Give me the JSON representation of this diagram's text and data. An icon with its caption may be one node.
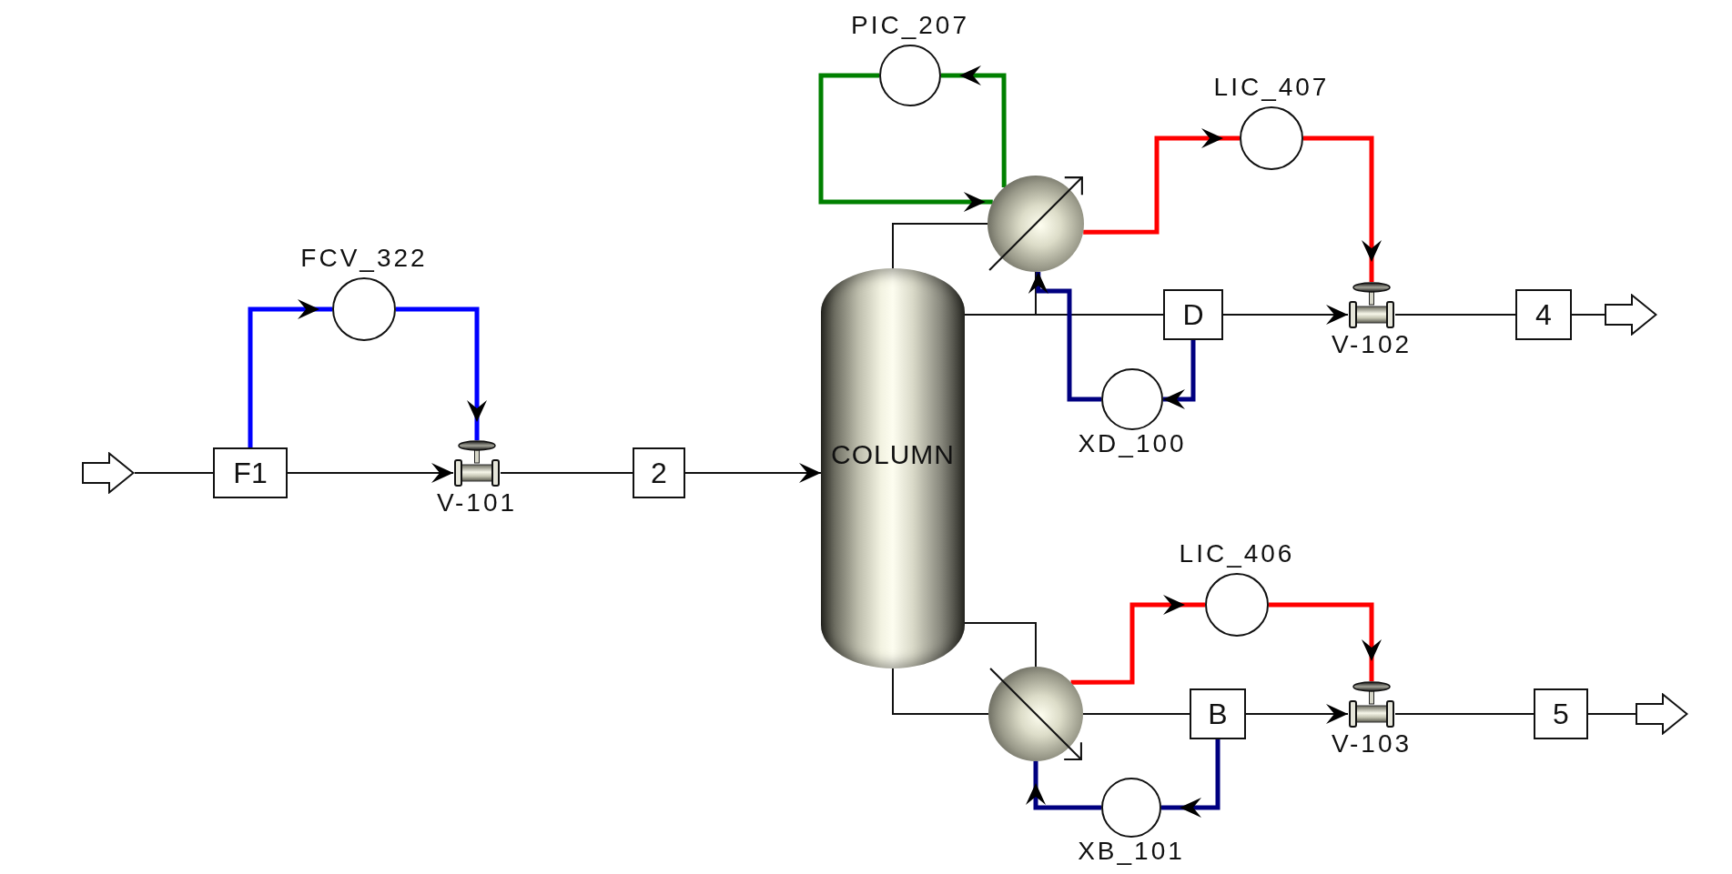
{
  "diagram": {
    "nodes": [
      {
        "text": [],
        "shape": "arrow"
      },
      {
        "text": [
          "F1"
        ]
      },
      {
        "text": [
          "FCV_322"
        ]
      },
      {
        "text": [
          "V-101"
        ]
      },
      {
        "text": [
          "2"
        ]
      },
      {
        "text": [
          "COLUMN"
        ]
      },
      {
        "text": [
          "PIC_207"
        ]
      },
      {
        "text": [],
        "shape": "circle"
      },
      {
        "text": [
          "LIC_407"
        ]
      },
      {
        "text": [
          "D"
        ]
      },
      {
        "text": [
          "XD_100"
        ]
      },
      {
        "text": [
          "V-102"
        ]
      },
      {
        "text": [
          "4"
        ]
      },
      {
        "text": [],
        "shape": "arrow"
      },
      {
        "text": [],
        "shape": "circle"
      },
      {
        "text": [
          "LIC_406"
        ]
      },
      {
        "text": [
          "B"
        ]
      },
      {
        "text": [
          "XB_101"
        ]
      },
      {
        "text": [
          "V-103"
        ]
      },
      {
        "text": [
          "5"
        ]
      },
      {
        "text": [],
        "shape": "arrow"
      }
    ],
    "edges": [
      {
        "from": 0,
        "to": 1,
        "arrow": "none"
      },
      {
        "from": 1,
        "to": 3,
        "arrow": "to"
      },
      {
        "from": 1,
        "to": 2,
        "arrow": "to",
        "style": "thick",
        "color": "#0000ff"
      },
      {
        "from": 2,
        "to": 3,
        "arrow": "to",
        "style": "thick",
        "color": "#0000ff"
      },
      {
        "from": 3,
        "to": 4,
        "arrow": "none"
      },
      {
        "from": 4,
        "to": 5,
        "arrow": "to"
      },
      {
        "from": 5,
        "to": 7,
        "arrow": "none"
      },
      {
        "from": 7,
        "to": 6,
        "arrow": "to",
        "style": "thick",
        "color": "#008000"
      },
      {
        "from": 6,
        "to": 7,
        "arrow": "to",
        "style": "thick",
        "color": "#008000"
      },
      {
        "from": 7,
        "to": 8,
        "arrow": "to",
        "style": "thick",
        "color": "#ff0000"
      },
      {
        "from": 8,
        "to": 11,
        "arrow": "to",
        "style": "thick",
        "color": "#ff0000"
      },
      {
        "from": 5,
        "to": 9,
        "arrow": "none"
      },
      {
        "from": 7,
        "to": 9,
        "arrow": "none"
      },
      {
        "from": 9,
        "to": 11,
        "arrow": "to"
      },
      {
        "from": 9,
        "to": 10,
        "arrow": "to",
        "style": "thick",
        "color": "#000080"
      },
      {
        "from": 10,
        "to": 7,
        "arrow": "to",
        "style": "thick",
        "color": "#000080"
      },
      {
        "from": 11,
        "to": 12,
        "arrow": "none"
      },
      {
        "from": 12,
        "to": 13,
        "arrow": "none"
      },
      {
        "from": 5,
        "to": 14,
        "arrow": "none"
      },
      {
        "from": 14,
        "to": 5,
        "arrow": "none"
      },
      {
        "from": 14,
        "to": 15,
        "arrow": "to",
        "style": "thick",
        "color": "#ff0000"
      },
      {
        "from": 15,
        "to": 18,
        "arrow": "to",
        "style": "thick",
        "color": "#ff0000"
      },
      {
        "from": 14,
        "to": 16,
        "arrow": "none"
      },
      {
        "from": 16,
        "to": 18,
        "arrow": "to"
      },
      {
        "from": 16,
        "to": 17,
        "arrow": "to",
        "style": "thick",
        "color": "#000080"
      },
      {
        "from": 17,
        "to": 14,
        "arrow": "to",
        "style": "thick",
        "color": "#000080"
      },
      {
        "from": 18,
        "to": 19,
        "arrow": "none"
      },
      {
        "from": 19,
        "to": 20,
        "arrow": "none"
      }
    ]
  }
}
